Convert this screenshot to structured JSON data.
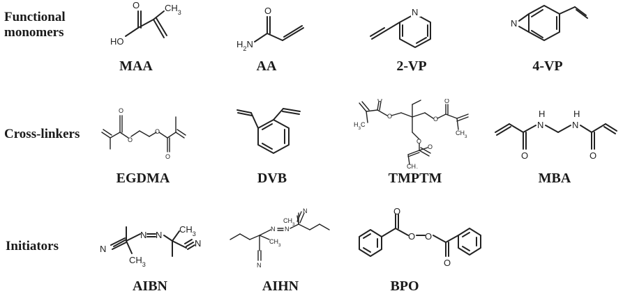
{
  "rows": [
    {
      "label": "Functional\nmonomers",
      "compounds": [
        "MAA",
        "AA",
        "2-VP",
        "4-VP"
      ]
    },
    {
      "label": "Cross-linkers",
      "compounds": [
        "EGDMA",
        "DVB",
        "TMPTM",
        "MBA"
      ]
    },
    {
      "label": "Initiators",
      "compounds": [
        "AIBN",
        "AIHN",
        "BPO"
      ]
    }
  ],
  "atoms": {
    "maa": {
      "ch3": "CH3",
      "ho": "HO",
      "o": "O"
    },
    "aa": {
      "h2n": "H2N",
      "o": "O"
    },
    "vp2": {
      "n": "N"
    },
    "vp4": {
      "n": "N"
    },
    "egdma": {
      "o": "O"
    },
    "tmptm": {
      "o": "O",
      "h3c": "H3C",
      "ch3": "CH3",
      "ch3b": "CH3"
    },
    "mba": {
      "n": "N",
      "h": "H",
      "o": "O"
    },
    "aibn": {
      "n": "N",
      "ch3": "CH3"
    },
    "aihn": {
      "n": "N",
      "ch3": "CH3"
    },
    "bpo": {
      "o": "O"
    }
  }
}
